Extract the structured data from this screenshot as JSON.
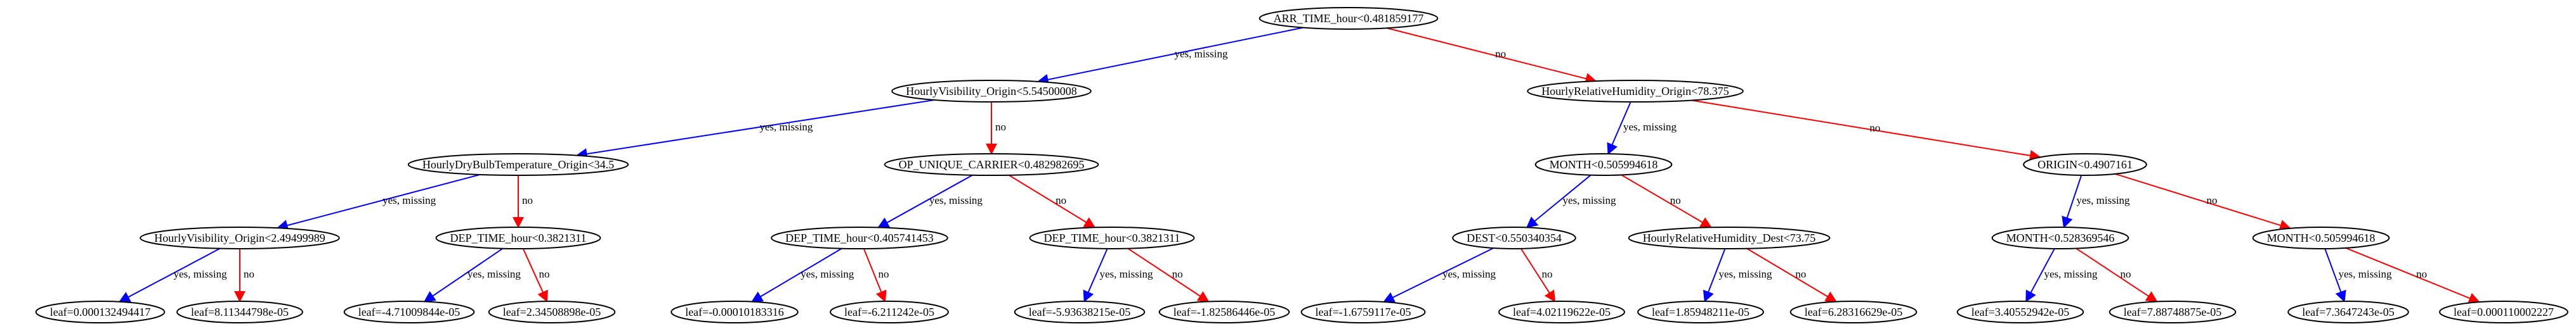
{
  "colors": {
    "yes_edge": "#0000ff",
    "no_edge": "#ff0000"
  },
  "edge_labels": {
    "yes": "yes, missing",
    "no": "no"
  },
  "nodes": [
    {
      "id": "n0",
      "label": "ARR_TIME_hour<0.481859177"
    },
    {
      "id": "n1",
      "label": "HourlyVisibility_Origin<5.54500008"
    },
    {
      "id": "n2",
      "label": "HourlyRelativeHumidity_Origin<78.375"
    },
    {
      "id": "n3",
      "label": "HourlyDryBulbTemperature_Origin<34.5"
    },
    {
      "id": "n4",
      "label": "OP_UNIQUE_CARRIER<0.482982695"
    },
    {
      "id": "n5",
      "label": "MONTH<0.505994618"
    },
    {
      "id": "n6",
      "label": "ORIGIN<0.4907161"
    },
    {
      "id": "n7",
      "label": "HourlyVisibility_Origin<2.49499989"
    },
    {
      "id": "n8",
      "label": "DEP_TIME_hour<0.3821311"
    },
    {
      "id": "n9",
      "label": "DEP_TIME_hour<0.405741453"
    },
    {
      "id": "n10",
      "label": "DEP_TIME_hour<0.3821311"
    },
    {
      "id": "n11",
      "label": "DEST<0.550340354"
    },
    {
      "id": "n12",
      "label": "HourlyRelativeHumidity_Dest<73.75"
    },
    {
      "id": "n13",
      "label": "MONTH<0.528369546"
    },
    {
      "id": "n14",
      "label": "MONTH<0.505994618"
    },
    {
      "id": "l0",
      "label": "leaf=0.000132494417"
    },
    {
      "id": "l1",
      "label": "leaf=8.11344798e-05"
    },
    {
      "id": "l2",
      "label": "leaf=-4.71009844e-05"
    },
    {
      "id": "l3",
      "label": "leaf=2.34508898e-05"
    },
    {
      "id": "l4",
      "label": "leaf=-0.00010183316"
    },
    {
      "id": "l5",
      "label": "leaf=-6.211242e-05"
    },
    {
      "id": "l6",
      "label": "leaf=-5.93638215e-05"
    },
    {
      "id": "l7",
      "label": "leaf=-1.82586446e-05"
    },
    {
      "id": "l8",
      "label": "leaf=-1.6759117e-05"
    },
    {
      "id": "l9",
      "label": "leaf=4.02119622e-05"
    },
    {
      "id": "l10",
      "label": "leaf=1.85948211e-05"
    },
    {
      "id": "l11",
      "label": "leaf=6.28316629e-05"
    },
    {
      "id": "l12",
      "label": "leaf=3.40552942e-05"
    },
    {
      "id": "l13",
      "label": "leaf=7.88748875e-05"
    },
    {
      "id": "l14",
      "label": "leaf=7.3647243e-05"
    },
    {
      "id": "l15",
      "label": "leaf=0.000110002227"
    }
  ],
  "edges": [
    {
      "from": "n0",
      "to": "n1",
      "branch": "yes"
    },
    {
      "from": "n0",
      "to": "n2",
      "branch": "no"
    },
    {
      "from": "n1",
      "to": "n3",
      "branch": "yes"
    },
    {
      "from": "n1",
      "to": "n4",
      "branch": "no"
    },
    {
      "from": "n2",
      "to": "n5",
      "branch": "yes"
    },
    {
      "from": "n2",
      "to": "n6",
      "branch": "no"
    },
    {
      "from": "n3",
      "to": "n7",
      "branch": "yes"
    },
    {
      "from": "n3",
      "to": "n8",
      "branch": "no"
    },
    {
      "from": "n4",
      "to": "n9",
      "branch": "yes"
    },
    {
      "from": "n4",
      "to": "n10",
      "branch": "no"
    },
    {
      "from": "n5",
      "to": "n11",
      "branch": "yes"
    },
    {
      "from": "n5",
      "to": "n12",
      "branch": "no"
    },
    {
      "from": "n6",
      "to": "n13",
      "branch": "yes"
    },
    {
      "from": "n6",
      "to": "n14",
      "branch": "no"
    },
    {
      "from": "n7",
      "to": "l0",
      "branch": "yes"
    },
    {
      "from": "n7",
      "to": "l1",
      "branch": "no"
    },
    {
      "from": "n8",
      "to": "l2",
      "branch": "yes"
    },
    {
      "from": "n8",
      "to": "l3",
      "branch": "no"
    },
    {
      "from": "n9",
      "to": "l4",
      "branch": "yes"
    },
    {
      "from": "n9",
      "to": "l5",
      "branch": "no"
    },
    {
      "from": "n10",
      "to": "l6",
      "branch": "yes"
    },
    {
      "from": "n10",
      "to": "l7",
      "branch": "no"
    },
    {
      "from": "n11",
      "to": "l8",
      "branch": "yes"
    },
    {
      "from": "n11",
      "to": "l9",
      "branch": "no"
    },
    {
      "from": "n12",
      "to": "l10",
      "branch": "yes"
    },
    {
      "from": "n12",
      "to": "l11",
      "branch": "no"
    },
    {
      "from": "n13",
      "to": "l12",
      "branch": "yes"
    },
    {
      "from": "n13",
      "to": "l13",
      "branch": "no"
    },
    {
      "from": "n14",
      "to": "l14",
      "branch": "yes"
    },
    {
      "from": "n14",
      "to": "l15",
      "branch": "no"
    }
  ]
}
